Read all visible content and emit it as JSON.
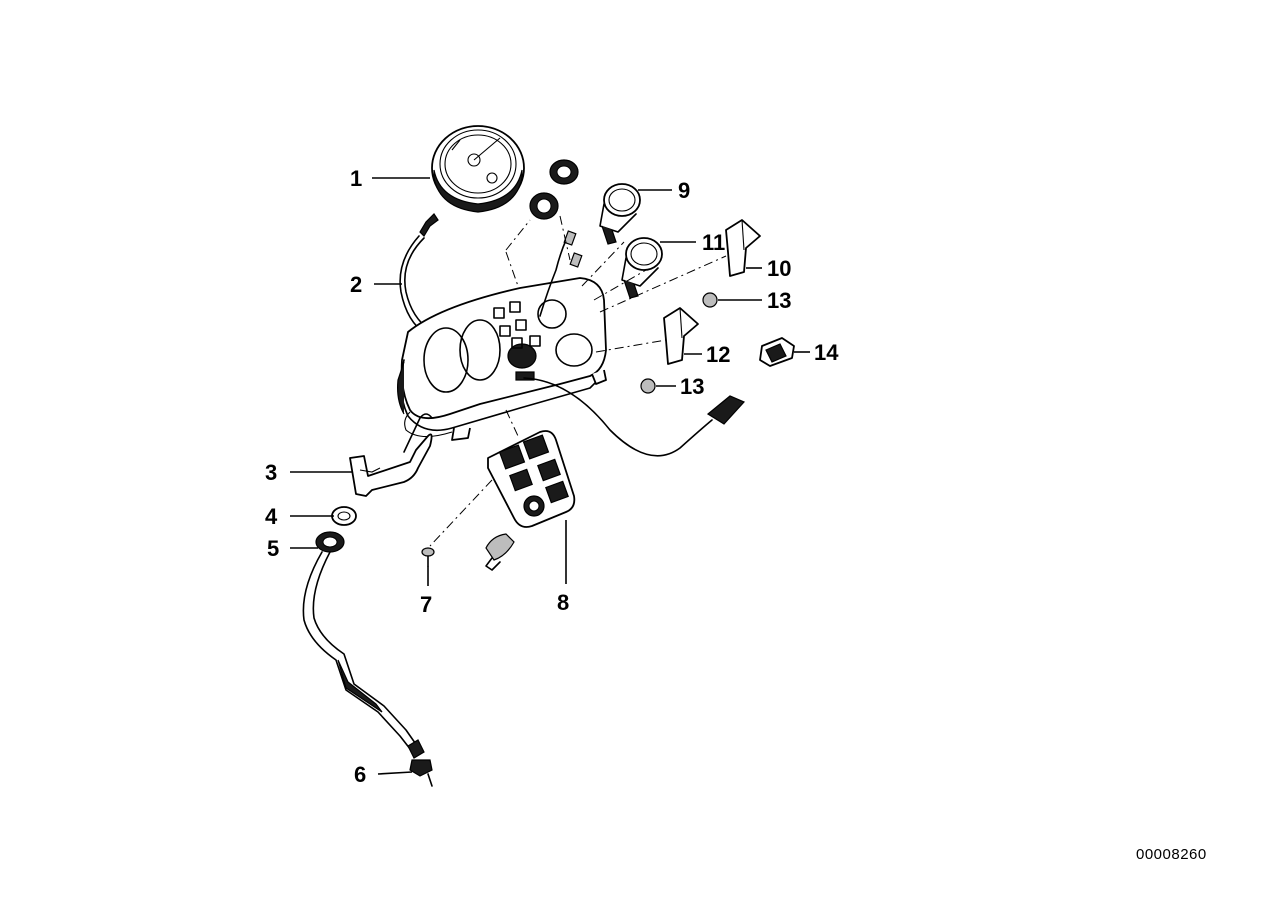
{
  "diagram_id": "00008260",
  "callouts": [
    {
      "label": "1"
    },
    {
      "label": "2"
    },
    {
      "label": "3"
    },
    {
      "label": "4"
    },
    {
      "label": "5"
    },
    {
      "label": "6"
    },
    {
      "label": "7"
    },
    {
      "label": "8"
    },
    {
      "label": "9"
    },
    {
      "label": "10"
    },
    {
      "label": "11"
    },
    {
      "label": "12"
    },
    {
      "label": "13"
    },
    {
      "label": "13"
    },
    {
      "label": "14"
    }
  ]
}
